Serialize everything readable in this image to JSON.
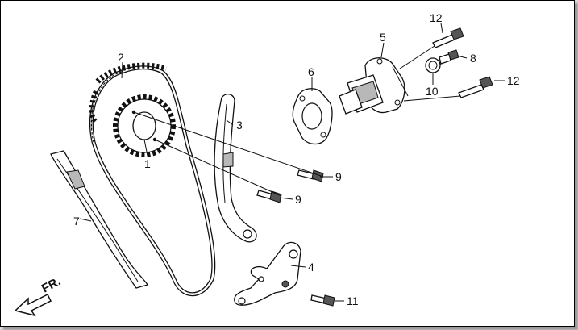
{
  "direction_label": "FR.",
  "callouts": {
    "c1": "1",
    "c2": "2",
    "c3": "3",
    "c4": "4",
    "c5": "5",
    "c6": "6",
    "c7": "7",
    "c8": "8",
    "c9a": "9",
    "c9b": "9",
    "c10": "10",
    "c11": "11",
    "c12a": "12",
    "c12b": "12"
  }
}
